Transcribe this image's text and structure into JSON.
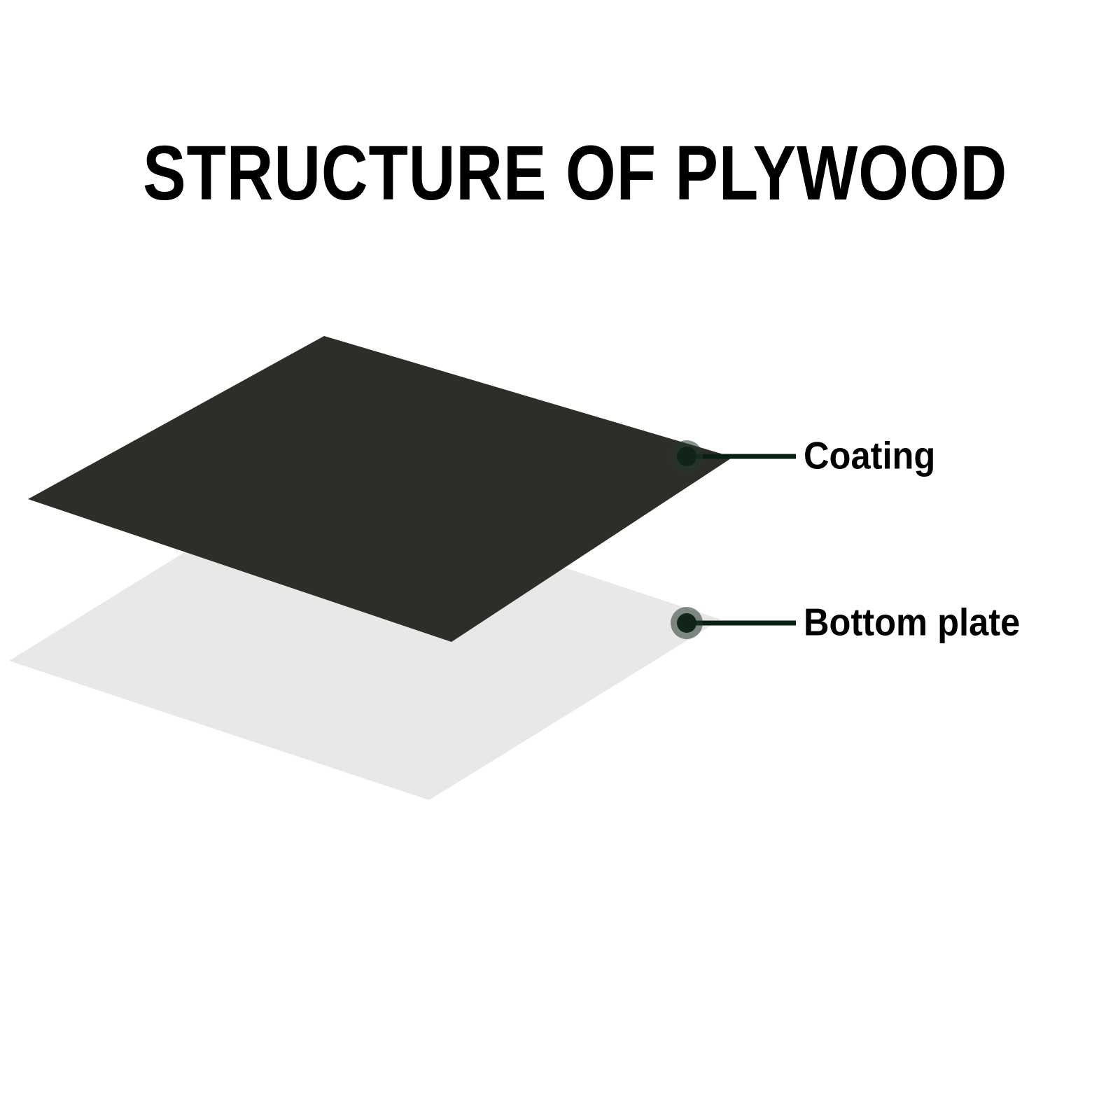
{
  "title": "STRUCTURE OF PLYWOOD",
  "diagram": {
    "layers": [
      {
        "id": "coating",
        "label": "Coating"
      },
      {
        "id": "bottom_plate",
        "label": "Bottom plate"
      }
    ]
  },
  "colors": {
    "background": "#ffffff",
    "title_text": "#000000",
    "label_text": "#000000",
    "coating_plate": "#2d2d2a",
    "bottom_plate": "#e8e8e8",
    "callout_line": "#0b1e14",
    "callout_dot": "#102419",
    "callout_dot_ring": "rgba(35,55,45,0.55)"
  }
}
